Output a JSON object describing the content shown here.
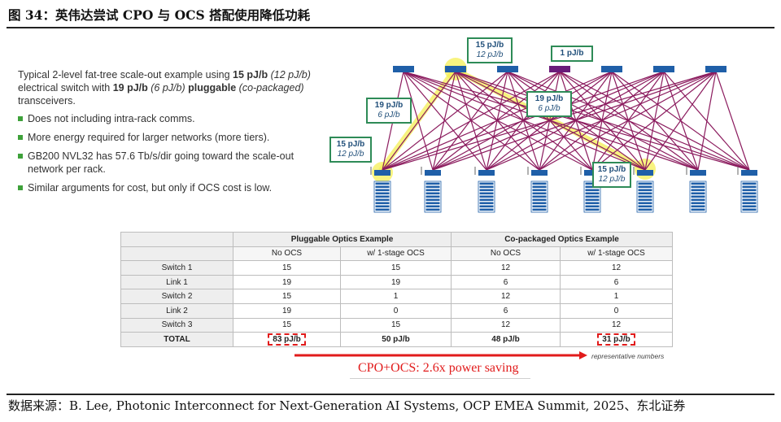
{
  "figure_title": "图 34：英伟达尝试 CPO 与 OCS 搭配使用降低功耗",
  "intro": {
    "t1": "Typical 2-level fat-tree scale-out example using ",
    "b1": "15 pJ/b",
    "i1": "(12 pJ/b)",
    "t2": "electrical switch with ",
    "b2": "19 pJ/b",
    "i2": "(6 pJ/b)",
    "b3": "pluggable",
    "i3": "(co-packaged)",
    "t3": "transceivers."
  },
  "bullets": [
    "Does not including intra-rack comms.",
    "More energy required for larger networks (more tiers).",
    "GB200 NVL32 has 57.6 Tb/s/dir going toward the scale-out network per rack.",
    "Similar arguments for cost, but only if OCS cost is low."
  ],
  "diagram_labels": {
    "top_switch": {
      "pj": "15 pJ/b",
      "pk": "12 pJ/b"
    },
    "ocs": {
      "pj": "1 pJ/b"
    },
    "left_link": {
      "pj": "19 pJ/b",
      "pk": "6 pJ/b"
    },
    "mid_link": {
      "pj": "19 pJ/b",
      "pk": "6 pJ/b"
    },
    "left_leaf": {
      "pj": "15 pJ/b",
      "pk": "12 pJ/b"
    },
    "right_leaf": {
      "pj": "15 pJ/b",
      "pk": "12 pJ/b"
    }
  },
  "table": {
    "group_headers": [
      "Pluggable Optics Example",
      "Co-packaged Optics Example"
    ],
    "sub_headers": [
      "No OCS",
      "w/ 1-stage OCS",
      "No OCS",
      "w/ 1-stage OCS"
    ],
    "rows": [
      {
        "label": "Switch 1",
        "values": [
          "15",
          "15",
          "12",
          "12"
        ]
      },
      {
        "label": "Link 1",
        "values": [
          "19",
          "19",
          "6",
          "6"
        ]
      },
      {
        "label": "Switch 2",
        "values": [
          "15",
          "1",
          "12",
          "1"
        ]
      },
      {
        "label": "Link 2",
        "values": [
          "19",
          "0",
          "6",
          "0"
        ]
      },
      {
        "label": "Switch 3",
        "values": [
          "15",
          "15",
          "12",
          "12"
        ]
      }
    ],
    "total": {
      "label": "TOTAL",
      "values": [
        "83 pJ/b",
        "50 pJ/b",
        "48 pJ/b",
        "31 pJ/b"
      ]
    }
  },
  "representative_note": "representative numbers",
  "saving_text": "CPO+OCS: 2.6x power saving",
  "source": "数据来源：B. Lee, Photonic Interconnect for Next-Generation AI Systems, OCP EMEA Summit, 2025、东北证券",
  "colors": {
    "link": "#8b1b5e",
    "switch": "#1f5fa8",
    "ocs": "#6a1b7a",
    "highlight": "#f5ef55",
    "label_border": "#2e8b57",
    "accent_red": "#e11b1b"
  }
}
